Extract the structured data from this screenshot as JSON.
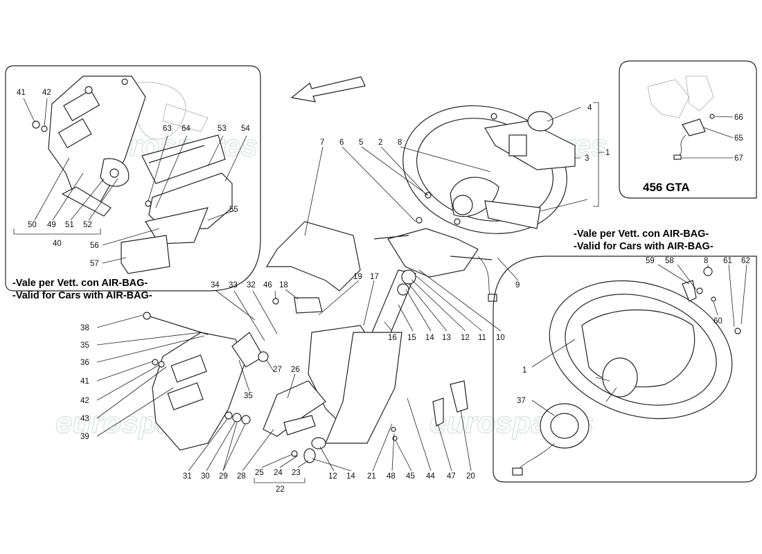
{
  "variant_label": "456 GTA",
  "airbag_note": {
    "it": "-Vale per Vett. con AIR-BAG-",
    "en": "-Valid for Cars with AIR-BAG-"
  },
  "watermark": "eurospares",
  "icons": [
    "direction-arrow-icon"
  ],
  "part_labels": {
    "inset_left": [
      "41",
      "42",
      "63",
      "64",
      "53",
      "54",
      "55",
      "56",
      "57",
      "50",
      "49",
      "51",
      "52",
      "40"
    ],
    "inset_gta": [
      "4",
      "3",
      "66",
      "65",
      "67",
      "1"
    ],
    "main": [
      "7",
      "6",
      "5",
      "2",
      "8",
      "9",
      "17",
      "19",
      "18",
      "32",
      "33",
      "34",
      "46",
      "10",
      "11",
      "12",
      "13",
      "14",
      "15",
      "16",
      "27",
      "26",
      "35",
      "38",
      "35",
      "36",
      "41",
      "42",
      "43",
      "39",
      "31",
      "30",
      "29",
      "28",
      "25",
      "24",
      "23",
      "22",
      "12",
      "14",
      "21",
      "48",
      "45",
      "44",
      "47",
      "20"
    ],
    "inset_right": [
      "59",
      "58",
      "8",
      "61",
      "62",
      "60",
      "1",
      "37"
    ]
  }
}
